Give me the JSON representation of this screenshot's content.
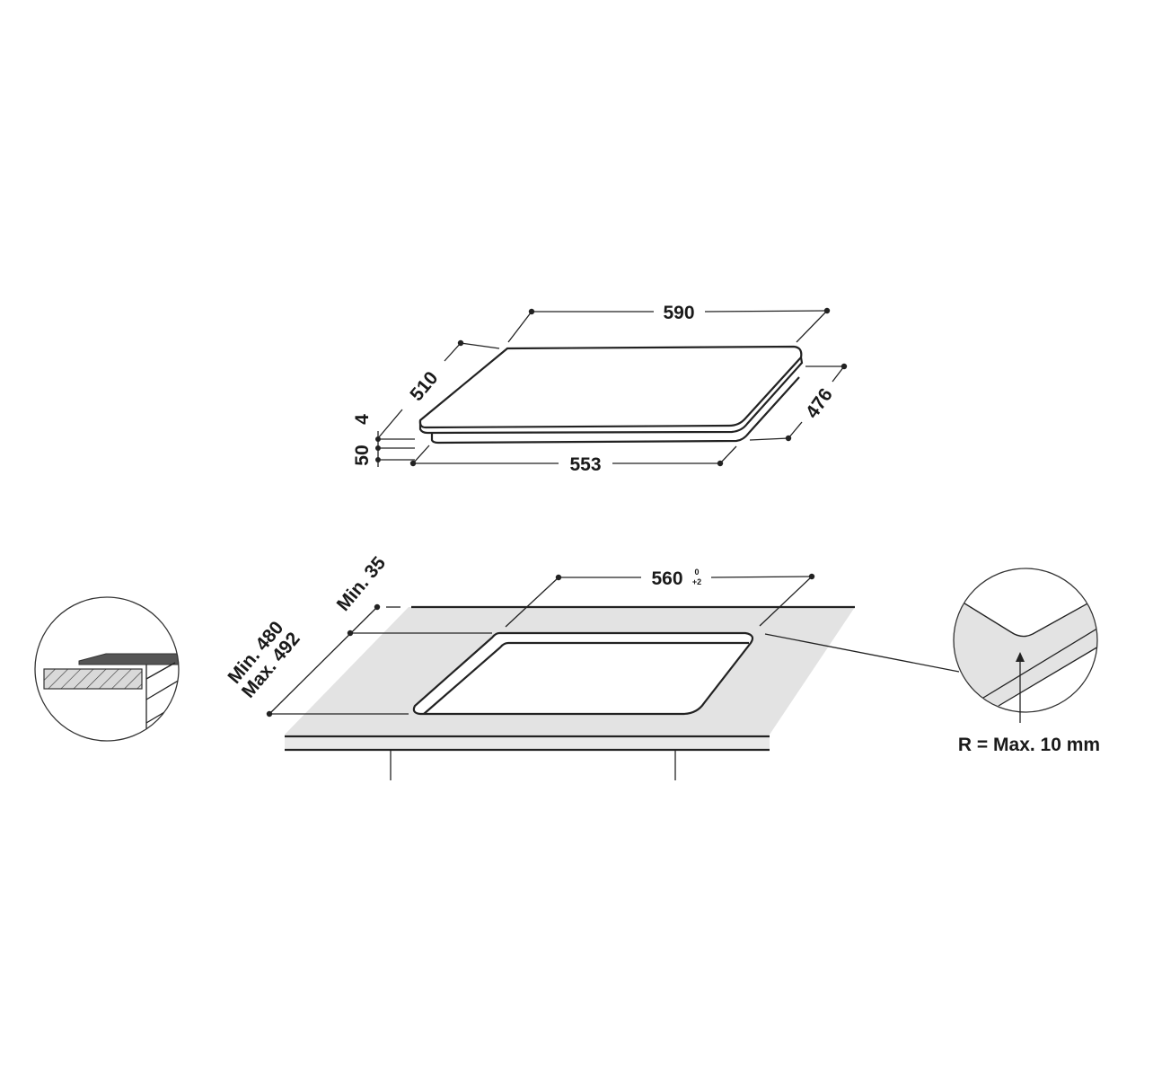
{
  "hob_dimensions": {
    "width": "590",
    "depth": "510",
    "glass_thickness": "4",
    "body_height": "50",
    "body_width": "553",
    "body_depth": "476"
  },
  "cutout_dimensions": {
    "width": "560",
    "width_tolerance_upper": "0",
    "width_tolerance_lower": "+2",
    "edge_distance": "Min. 35",
    "depth_min": "Min. 480",
    "depth_max": "Max. 492"
  },
  "corner_detail": {
    "radius_label": "R = Max. 10 mm"
  },
  "colors": {
    "line": "#222222",
    "countertop": "#e3e3e3",
    "hob_plate_section": "#555555"
  }
}
